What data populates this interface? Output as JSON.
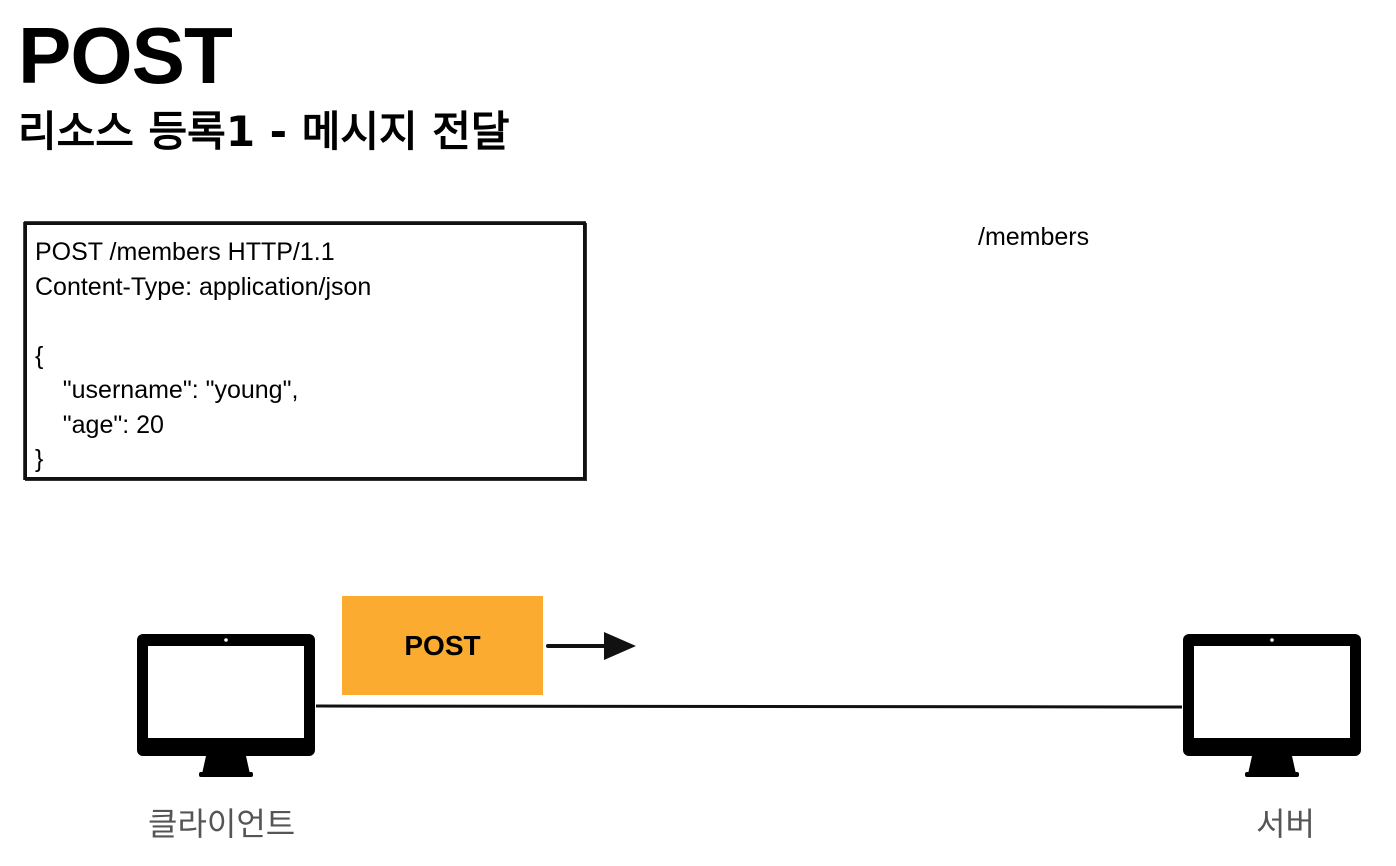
{
  "title": "POST",
  "subtitle": "리소스 등록1 - 메시지 전달",
  "message": {
    "lines": [
      "POST /members HTTP/1.1",
      "Content-Type: application/json",
      "",
      "{",
      "    \"username\": \"young\",",
      "    \"age\": 20",
      "}"
    ]
  },
  "path_label": "/members",
  "method_badge": "POST",
  "client_label": "클라이언트",
  "server_label": "서버",
  "colors": {
    "badge": "#fbab30",
    "device": "#000000",
    "label": "#555555"
  },
  "icons": {
    "client": "monitor-icon",
    "server": "monitor-icon",
    "arrow": "arrow-right-icon"
  }
}
